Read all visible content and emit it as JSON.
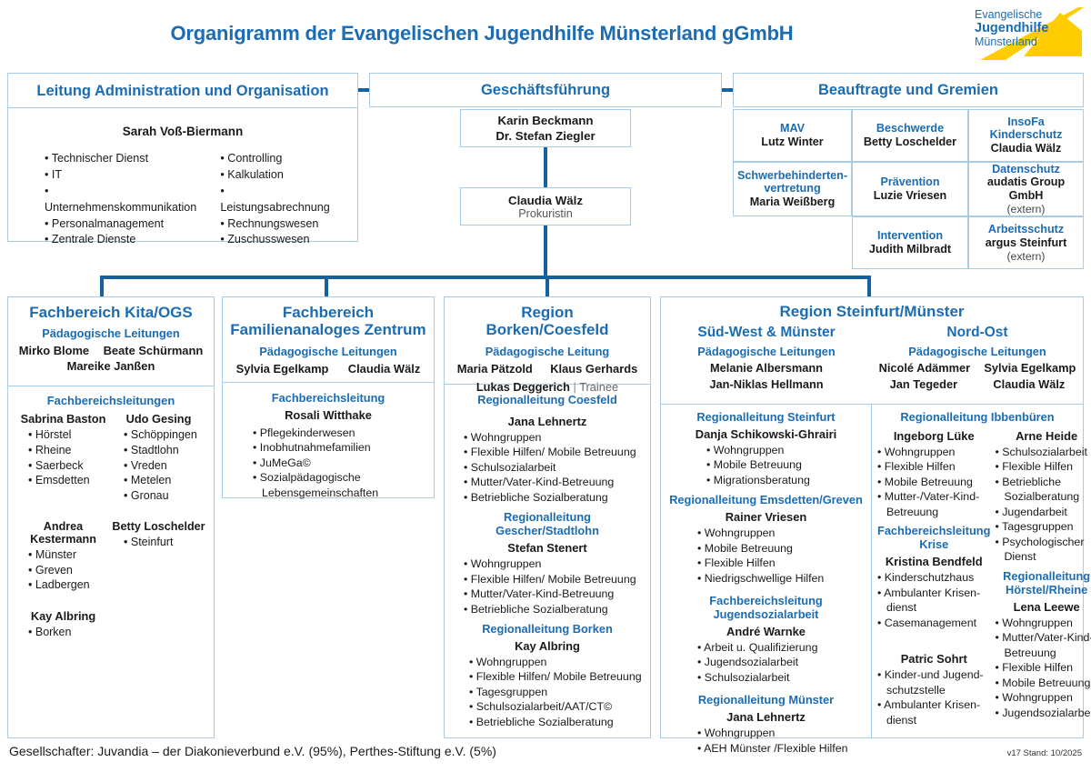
{
  "title": "Organigramm der Evangelischen Jugendhilfe Münsterland gGmbH",
  "logo": {
    "line1": "Evangelische",
    "line2": "Jugendhilfe",
    "line3": "Münsterland",
    "accent": "#ffcc00",
    "blue": "#1b6cb3"
  },
  "admin": {
    "header": "Leitung Administration und Organisation",
    "person": "Sarah Voß-Biermann",
    "col1": [
      "Technischer Dienst",
      "IT",
      "Unternehmenskommunikation",
      "Personalmanagement",
      "Zentrale Dienste"
    ],
    "col2": [
      "Controlling",
      "Kalkulation",
      "Leistungsabrechnung",
      "Rechnungswesen",
      "Zuschusswesen"
    ]
  },
  "gf": {
    "header": "Geschäftsführung",
    "names": [
      "Karin Beckmann",
      "Dr. Stefan Ziegler"
    ],
    "prokurist_name": "Claudia Wälz",
    "prokurist_role": "Prokuristin"
  },
  "gremien": {
    "header": "Beauftragte und Gremien",
    "cells": [
      {
        "title": "MAV",
        "name": "Lutz Winter",
        "extra": ""
      },
      {
        "title": "Beschwerde",
        "name": "Betty Loschelder",
        "extra": ""
      },
      {
        "title": "InsoFa Kinderschutz",
        "name": "Claudia Wälz",
        "extra": ""
      },
      {
        "title": "Schwerbehinderten-vertretung",
        "name": "Maria Weißberg",
        "extra": ""
      },
      {
        "title": "Prävention",
        "name": "Luzie Vriesen",
        "extra": ""
      },
      {
        "title": "Datenschutz",
        "name": "audatis Group GmbH",
        "extra": "(extern)"
      },
      {
        "title": "Intervention",
        "name": "Judith Milbradt",
        "extra": ""
      },
      {
        "title": "Arbeitsschutz",
        "name": "argus Steinfurt",
        "extra": "(extern)"
      }
    ]
  },
  "kita": {
    "title": "Fachbereich Kita/OGS",
    "paed_label": "Pädagogische Leitungen",
    "paed_row1": [
      "Mirko Blome",
      "Beate Schürmann"
    ],
    "paed_row2": "Mareike Janßen",
    "fb_label": "Fachbereichsleitungen",
    "leaders": [
      {
        "name": "Sabrina Baston",
        "sites": [
          "Hörstel",
          "Rheine",
          "Saerbeck",
          "Emsdetten"
        ]
      },
      {
        "name": "Udo Gesing",
        "sites": [
          "Schöppingen",
          "Stadtlohn",
          "Vreden",
          "Metelen",
          "Gronau"
        ]
      },
      {
        "name": "Andrea Kestermann",
        "sites": [
          "Münster",
          "Greven",
          "Ladbergen"
        ]
      },
      {
        "name": "Betty Loschelder",
        "sites": [
          "Steinfurt"
        ]
      },
      {
        "name": "Kay Albring",
        "sites": [
          "Borken"
        ]
      }
    ]
  },
  "faz": {
    "title_line1": "Fachbereich",
    "title_line2": "Familienanaloges Zentrum",
    "paed_label": "Pädagogische Leitungen",
    "paed_names": [
      "Sylvia Egelkamp",
      "Claudia Wälz"
    ],
    "fb_label": "Fachbereichsleitung",
    "fb_name": "Rosali Witthake",
    "services": [
      "Pflegekinderwesen",
      "Inobhutnahmefamilien",
      "JuMeGa©",
      "Sozialpädagogische Lebensgemeinschaften"
    ]
  },
  "borken": {
    "title_line1": "Region",
    "title_line2": "Borken/Coesfeld",
    "paed_label": "Pädagogische Leitung",
    "paed_names": [
      "Maria Pätzold",
      "Klaus Gerhards"
    ],
    "trainee_name": "Lukas Deggerich",
    "trainee_label": "Trainee",
    "groups": [
      {
        "heading": "Regionalleitung Coesfeld",
        "person": "Jana Lehnertz",
        "services": [
          "Wohngruppen",
          "Flexible Hilfen/ Mobile Betreuung",
          "Schulsozialarbeit",
          "Mutter/Vater-Kind-Betreuung",
          "Betriebliche Sozialberatung"
        ]
      },
      {
        "heading": "Regionalleitung Gescher/Stadtlohn",
        "person": "Stefan Stenert",
        "services": [
          "Wohngruppen",
          "Flexible Hilfen/ Mobile Betreuung",
          "Mutter/Vater-Kind-Betreuung",
          "Betriebliche Sozialberatung"
        ]
      },
      {
        "heading": "Regionalleitung Borken",
        "person": "Kay Albring",
        "services": [
          "Wohngruppen",
          "Flexible Hilfen/ Mobile Betreuung",
          "Tagesgruppen",
          "Schulsozialarbeit/AAT/CT©",
          "Betriebliche Sozialberatung"
        ]
      }
    ]
  },
  "steinfurt": {
    "region_title": "Region Steinfurt/Münster",
    "sub_left": {
      "name": "Süd-West & Münster",
      "paed_label": "Pädagogische Leitungen",
      "paed_names": [
        "Melanie Albersmann",
        "Jan-Niklas Hellmann"
      ]
    },
    "sub_right": {
      "name": "Nord-Ost",
      "paed_label": "Pädagogische Leitungen",
      "paed_row1": [
        "Nicolé Adämmer",
        "Sylvia Egelkamp"
      ],
      "paed_row2": [
        "Jan Tegeder",
        "Claudia Wälz"
      ]
    },
    "left_groups": [
      {
        "heading": "Regionalleitung Steinfurt",
        "person": "Danja Schikowski-Ghrairi",
        "services": [
          "Wohngruppen",
          "Mobile Betreuung",
          "Migrationsberatung"
        ]
      },
      {
        "heading": "Regionalleitung Emsdetten/Greven",
        "person": "Rainer Vriesen",
        "services": [
          "Wohngruppen",
          "Mobile Betreuung",
          "Flexible Hilfen",
          "Niedrigschwellige Hilfen"
        ]
      },
      {
        "heading": "Fachbereichsleitung Jugendsozialarbeit",
        "person": "André Warnke",
        "services": [
          "Arbeit u. Qualifizierung",
          "Jugendsozialarbeit",
          "Schulsozialarbeit"
        ]
      },
      {
        "heading": "Regionalleitung Münster",
        "person": "Jana Lehnertz",
        "services": [
          "Wohngruppen",
          "AEH Münster /Flexible Hilfen"
        ]
      }
    ],
    "right_heading": "Regionalleitung Ibbenbüren",
    "right_left_person": "Ingeborg Lüke",
    "right_left_services": [
      "Wohngruppen",
      "Flexible Hilfen",
      "Mobile Betreuung",
      "Mutter-/Vater-Kind-Betreuung"
    ],
    "right_right_person": "Arne Heide",
    "right_right_services": [
      "Schulsozialarbeit",
      "Flexible Hilfen",
      "Betriebliche Sozialberatung",
      "Jugendarbeit",
      "Tagesgruppen",
      "Psychologischer Dienst"
    ],
    "krise_heading": "Fachbereichsleitung Krise",
    "krise_person1": "Kristina Bendfeld",
    "krise_services1": [
      "Kinderschutzhaus",
      "Ambulanter Krisen-dienst",
      "Casemanagement"
    ],
    "krise_person2": "Patric Sohrt",
    "krise_services2": [
      "Kinder-und Jugend-schutzstelle",
      "Ambulanter Krisen-dienst"
    ],
    "hoerstel_heading": "Regionalleitung Hörstel/Rheine",
    "hoerstel_person": "Lena Leewe",
    "hoerstel_services": [
      "Wohngruppen",
      "Mutter/Vater-Kind-Betreuung",
      "Flexible Hilfen",
      "Mobile Betreuung",
      "Wohngruppen",
      "Jugendsozialarbeit"
    ]
  },
  "footer": {
    "left": "Gesellschafter: Juvandia – der Diakonieverbund e.V. (95%), Perthes-Stiftung e.V. (5%)",
    "right": "v17 Stand: 10/2025"
  }
}
